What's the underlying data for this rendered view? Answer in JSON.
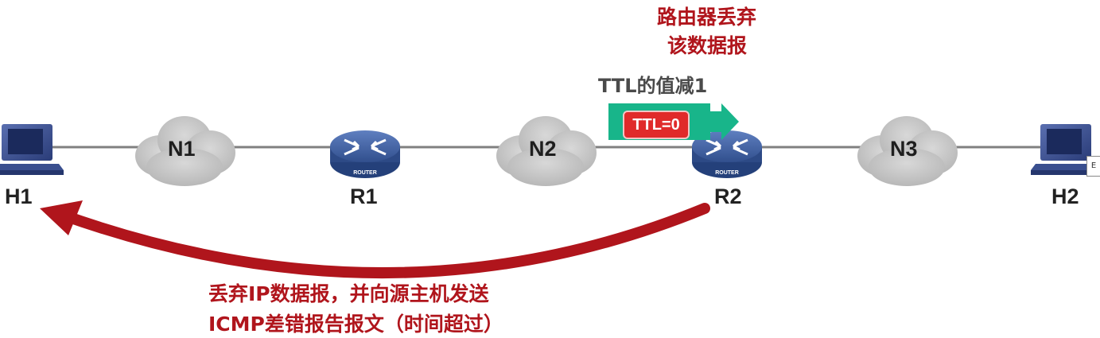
{
  "nodes": {
    "h1": "H1",
    "r1": "R1",
    "r2": "R2",
    "h2": "H2",
    "router_badge": "ROUTER"
  },
  "networks": {
    "n1": "N1",
    "n2": "N2",
    "n3": "N3"
  },
  "annotations": {
    "discard_line1": "路由器丢弃",
    "discard_line2": "该数据报",
    "ttl_decrement": "TTL的值减1",
    "ttl_value": "TTL=0",
    "icmp_line1": "丢弃IP数据报，并向源主机发送",
    "icmp_line2": "ICMP差错报告报文（时间超过）",
    "edge_tag": "E"
  },
  "colors": {
    "link": "#808080",
    "cloud": "#c9c9c9",
    "router": "#3c5a9a",
    "accent_red": "#b0151c",
    "ttl_box": "#18b58a",
    "ttl_pill": "#e02a2a"
  }
}
